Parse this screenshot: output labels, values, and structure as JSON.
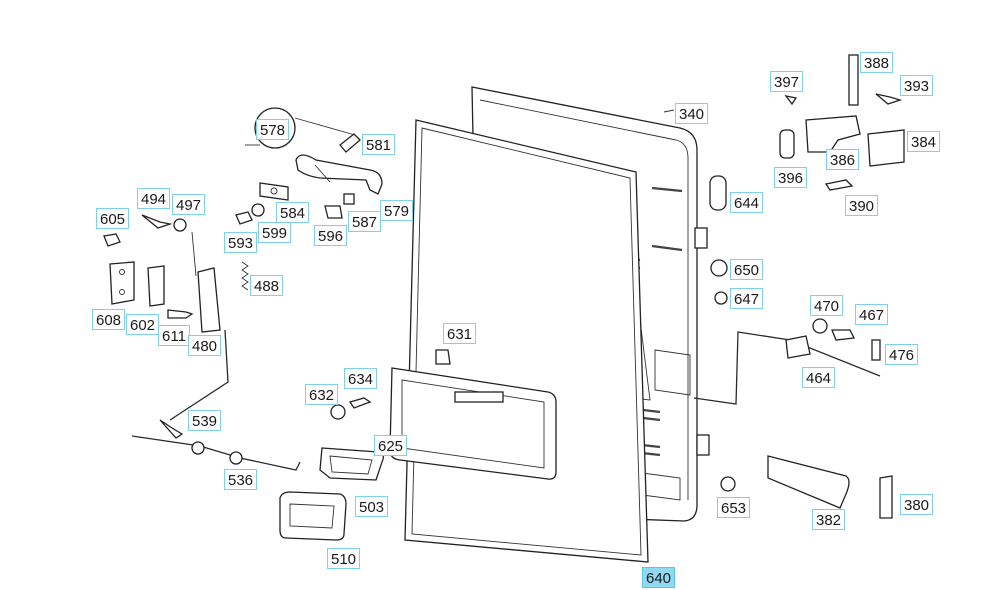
{
  "diagram": {
    "active_part": "640",
    "colors": {
      "callout_border": "#7fd0ec",
      "callout_active": "#8fdaf2",
      "lines": "#2a2a2a"
    },
    "callouts": {
      "c340": "340",
      "c388": "388",
      "c393": "393",
      "c397": "397",
      "c384": "384",
      "c386": "386",
      "c396": "396",
      "c390": "390",
      "c644": "644",
      "c650": "650",
      "c647": "647",
      "c470": "470",
      "c467": "467",
      "c476": "476",
      "c464": "464",
      "c382": "382",
      "c380": "380",
      "c653": "653",
      "c640": "640",
      "c578": "578",
      "c581": "581",
      "c494": "494",
      "c497": "497",
      "c605": "605",
      "c584": "584",
      "c579": "579",
      "c587": "587",
      "c593": "593",
      "c599": "599",
      "c596": "596",
      "c488": "488",
      "c608": "608",
      "c602": "602",
      "c611": "611",
      "c480": "480",
      "c631": "631",
      "c634": "634",
      "c632": "632",
      "c539": "539",
      "c625": "625",
      "c536": "536",
      "c503": "503",
      "c510": "510"
    }
  }
}
